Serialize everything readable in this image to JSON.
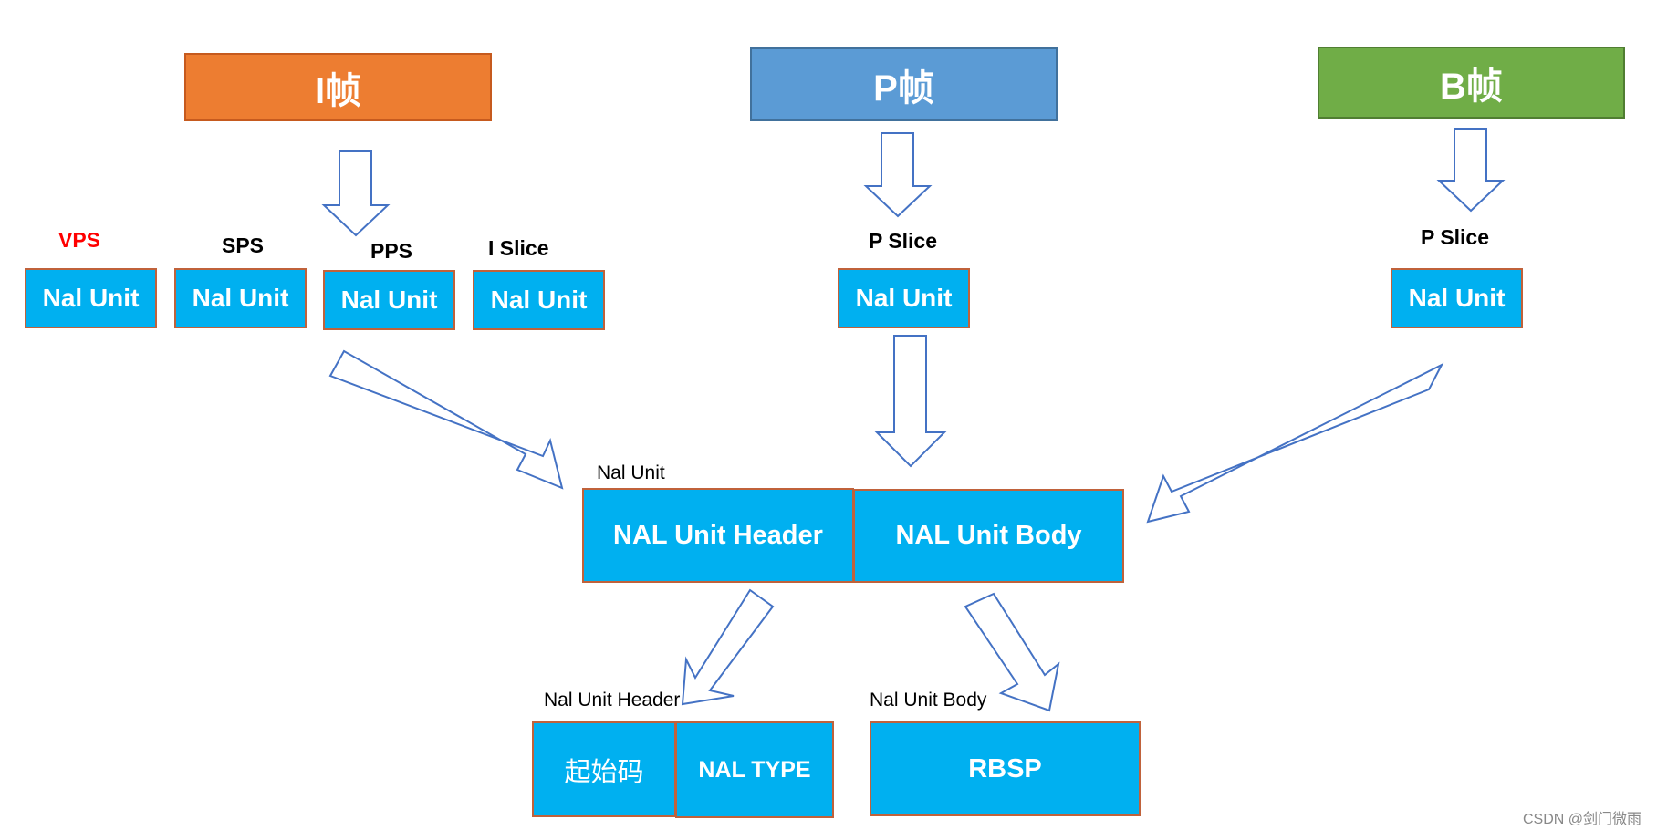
{
  "frames": {
    "i_frame": "I帧",
    "p_frame": "P帧",
    "b_frame": "B帧"
  },
  "i_group": {
    "labels": [
      "VPS",
      "SPS",
      "PPS",
      "I Slice"
    ],
    "units": [
      "Nal Unit",
      "Nal Unit",
      "Nal Unit",
      "Nal Unit"
    ]
  },
  "p_group": {
    "label": "P Slice",
    "unit": "Nal Unit"
  },
  "b_group": {
    "label": "P Slice",
    "unit": "Nal Unit"
  },
  "nal_unit": {
    "caption": "Nal Unit",
    "header": "NAL Unit Header",
    "body": "NAL Unit Body"
  },
  "header_detail": {
    "caption": "Nal Unit Header",
    "start_code": "起始码",
    "nal_type": "NAL TYPE"
  },
  "body_detail": {
    "caption": "Nal Unit Body",
    "rbsp": "RBSP"
  },
  "watermark": "CSDN @剑门微雨",
  "colors": {
    "i_frame": "#ed7d31",
    "p_frame": "#5b9bd5",
    "b_frame": "#70ad47",
    "nal_box": "#00b0f0",
    "vps_label": "#ff0000",
    "arrow_stroke": "#4472c4"
  }
}
